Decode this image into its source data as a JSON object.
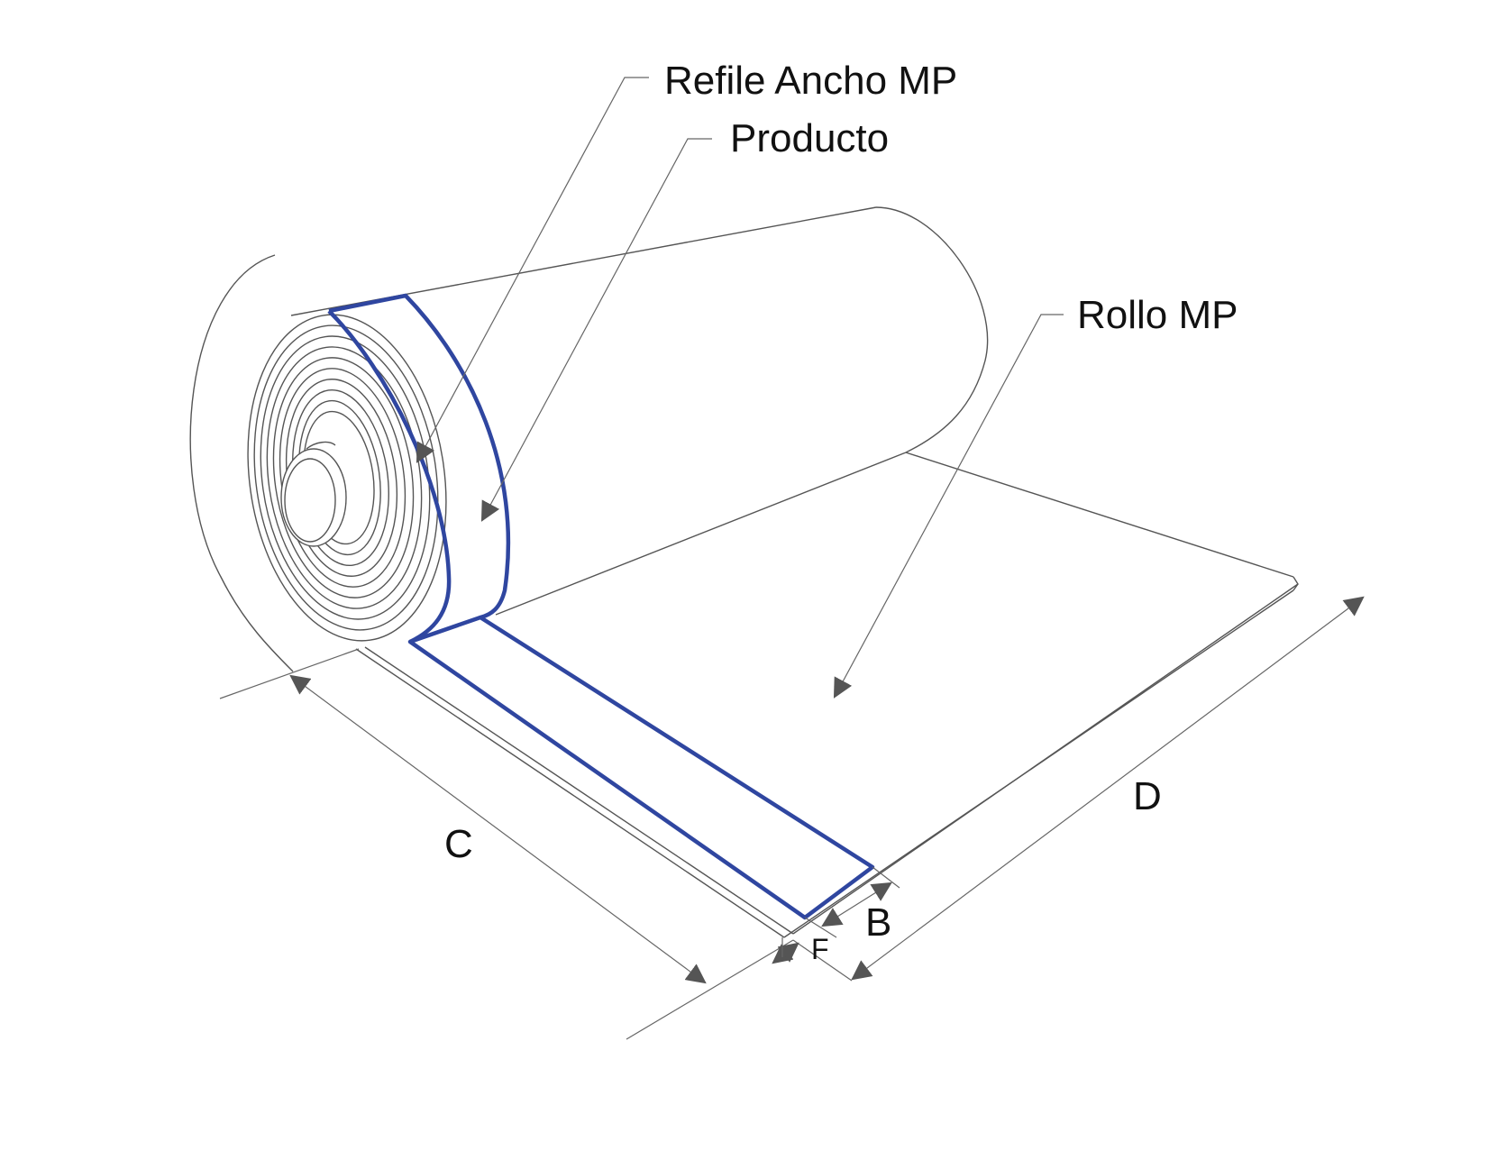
{
  "labels": {
    "refile": "Refile Ancho MP",
    "producto": "Producto",
    "rollo": "Rollo MP"
  },
  "dimensions": {
    "c": "C",
    "d": "D",
    "b": "B",
    "f": "F"
  },
  "colors": {
    "highlight": "#2f46a0",
    "line": "#555555",
    "arrow": "#555555"
  }
}
